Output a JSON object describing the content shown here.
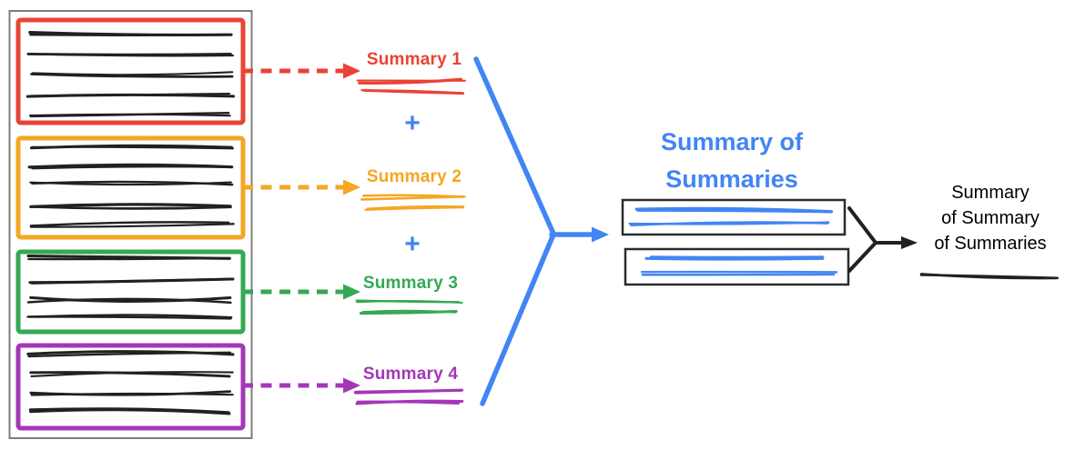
{
  "diagram": {
    "title": "Summary of Summaries",
    "plus_sign": "+",
    "summaries": [
      {
        "label": "Summary 1",
        "color": "#E94335"
      },
      {
        "label": "Summary 2",
        "color": "#F5A623"
      },
      {
        "label": "Summary 3",
        "color": "#35A853"
      },
      {
        "label": "Summary 4",
        "color": "#A437B8"
      }
    ],
    "final_summary": {
      "line1": "Summary",
      "line2": "of Summary",
      "line3": "of Summaries"
    },
    "source_document": {
      "section_line_counts": [
        5,
        5,
        4,
        4
      ]
    },
    "summary_of_summaries_boxes": {
      "count": 2,
      "scribble_lines_per_box": 2
    },
    "colors": {
      "blue": "#4285F4",
      "ink": "#212121",
      "container_border": "#7d7d7d",
      "box_border": "#2b2b2b"
    }
  }
}
